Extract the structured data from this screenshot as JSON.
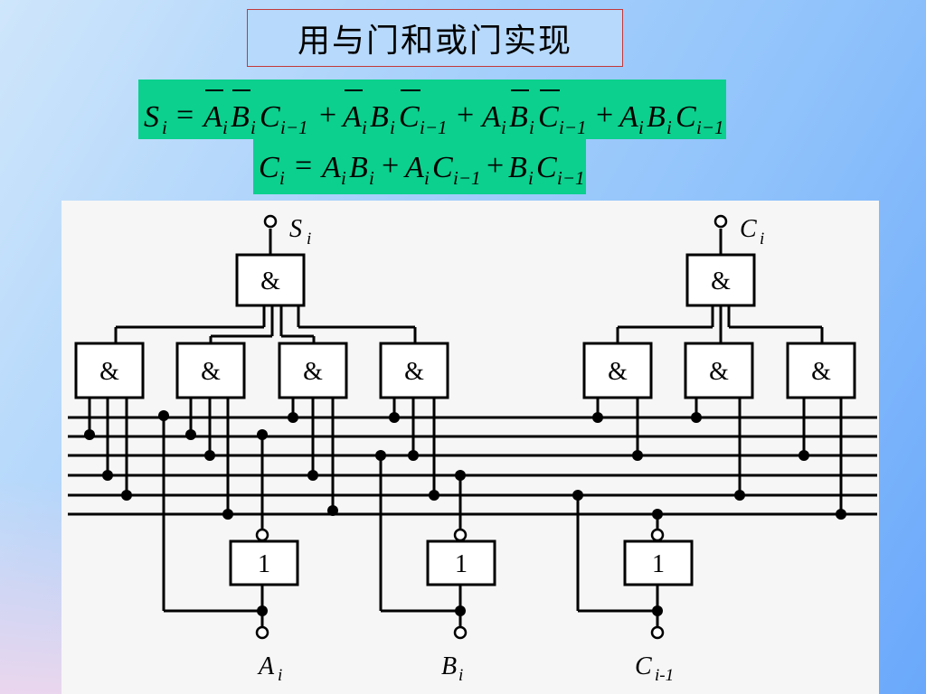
{
  "title": "用与门和或门实现",
  "formulas": {
    "sum": "S_i = A̅_i B̅_i C_{i−1} + A̅_i B_i C̅_{i−1} + A_i B̅_i C̅_{i−1} + A_i B_i C_{i−1}",
    "carry": "C_i = A_i B_i + A_i C_{i−1} + B_i C_{i−1}"
  },
  "symbols": {
    "S": "S",
    "A": "A",
    "B": "B",
    "C": "C",
    "sub_i": "i",
    "sub_i1": "i−1",
    "eq": "=",
    "plus": "+"
  },
  "gates": {
    "and_label": "&",
    "or_label": "1"
  },
  "terminals": {
    "sum_out": {
      "main": "S",
      "sub": "i"
    },
    "carry_out": {
      "main": "C",
      "sub": "i"
    },
    "in_a": {
      "main": "A",
      "sub": "i"
    },
    "in_b": {
      "main": "B",
      "sub": "i"
    },
    "in_c": {
      "main": "C",
      "sub": "i-1"
    }
  },
  "colors": {
    "formula_bg": "#0bd08e",
    "title_border": "#c23a3a",
    "panel_bg": "#f6f6f6",
    "wire": "#000000"
  }
}
